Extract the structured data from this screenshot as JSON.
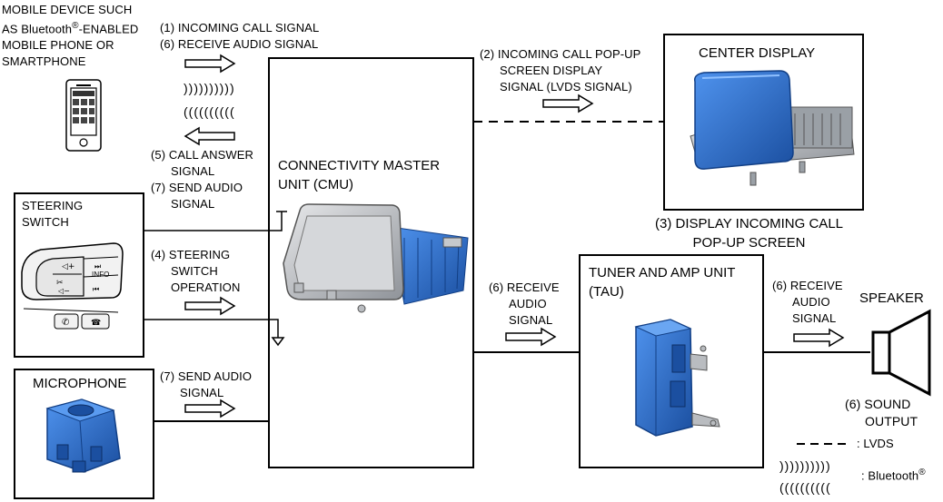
{
  "mobile": {
    "line1": "MOBILE DEVICE SUCH",
    "line2_pre": "AS Bluetooth",
    "line2_post": "-ENABLED",
    "line3": "MOBILE PHONE OR",
    "line4": "SMARTPHONE",
    "reg_mark": "®"
  },
  "signals": {
    "s1": "(1) INCOMING CALL SIGNAL",
    "s6_receive": "(6) RECEIVE AUDIO SIGNAL",
    "s5_line1": "(5) CALL ANSWER",
    "s5_line2": "SIGNAL",
    "s7_line1": "(7) SEND AUDIO",
    "s7_line2": "SIGNAL",
    "s2_line1": "(2) INCOMING CALL POP-UP",
    "s2_line2": "SCREEN DISPLAY",
    "s2_line3": "SIGNAL (LVDS SIGNAL)",
    "s4_line1": "(4) STEERING",
    "s4_line2": "SWITCH",
    "s4_line3": "OPERATION",
    "s7b_line1": "(7) SEND AUDIO",
    "s7b_line2": "SIGNAL",
    "s6a_line1": "(6) RECEIVE",
    "s6a_line2": "AUDIO",
    "s6a_line3": "SIGNAL",
    "s6b_line1": "(6) RECEIVE",
    "s6b_line2": "AUDIO",
    "s6b_line3": "SIGNAL",
    "s3_line1": "(3) DISPLAY INCOMING CALL",
    "s3_line2": "POP-UP SCREEN",
    "s6c_line1": "(6) SOUND",
    "s6c_line2": "OUTPUT"
  },
  "boxes": {
    "cmu_line1": "CONNECTIVITY MASTER",
    "cmu_line2": "UNIT (CMU)",
    "center_display": "CENTER DISPLAY",
    "tau_line1": "TUNER AND AMP UNIT",
    "tau_line2": "(TAU)",
    "steering_line1": "STEERING",
    "steering_line2": "SWITCH",
    "microphone": "MICROPHONE",
    "speaker": "SPEAKER"
  },
  "legend": {
    "lvds": ": LVDS",
    "bluetooth": ": Bluetooth",
    "reg_mark": "®"
  },
  "steering_buttons": {
    "info": "INFO"
  },
  "waves": {
    "out": "))))))))))",
    "in": "(((((((((("
  },
  "colors": {
    "component_blue": "#2a6fd1",
    "component_blue_dark": "#1b4fa0",
    "component_gray": "#b9bcc0",
    "line": "#000000"
  }
}
